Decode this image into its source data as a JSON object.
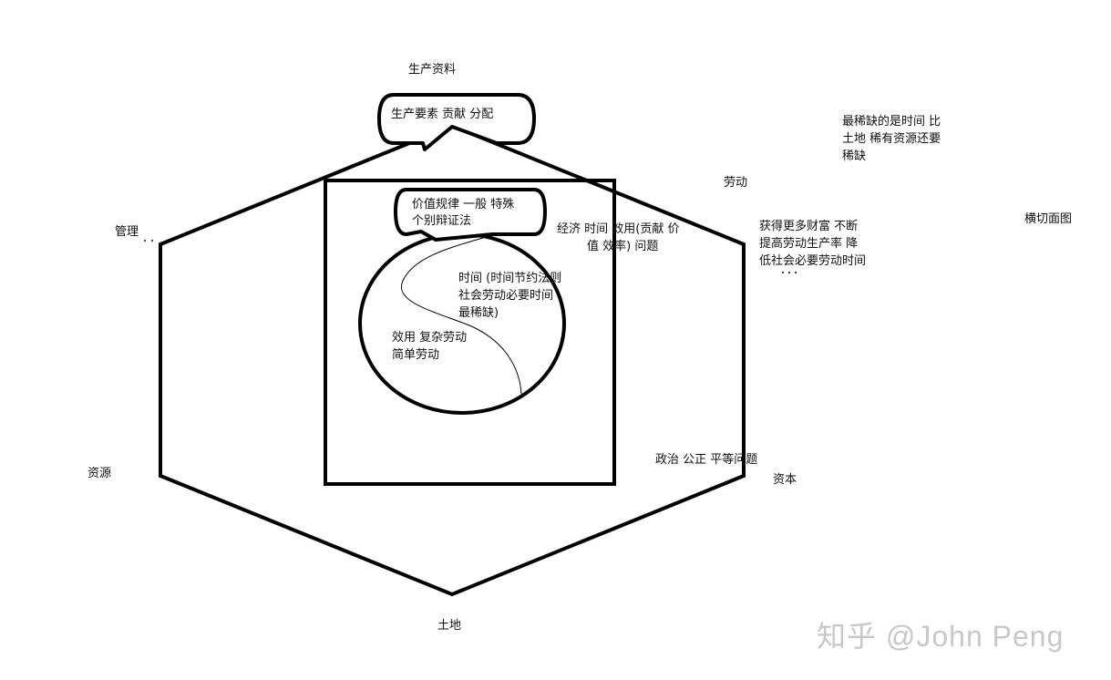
{
  "labels": {
    "means_of_production": "生产资料",
    "factors_box": "生产要素  贡献  分配",
    "management": "管理",
    "labor": "劳动",
    "resources": "资源",
    "capital": "资本",
    "land": "土地",
    "value_law_box": "价值规律  一般  特殊",
    "individual_dialectic": "个别辩证法",
    "economics_line1": "经济 时间  效用(贡献  价",
    "economics_line2": "值  效率) 问题",
    "time_line1": "时间  (时间节约法则",
    "time_line2": "社会劳动必要时间",
    "time_line3": "最稀缺)",
    "utility_line1": "效用  复杂劳动",
    "utility_line2": "简单劳动",
    "politics": "政治   公正  平等问题",
    "scarcity_line1": "最稀缺的是时间  比",
    "scarcity_line2": "土地  稀有资源还要",
    "scarcity_line3": "稀缺",
    "wealth_line1": "获得更多财富  不断",
    "wealth_line2": "提高劳动生产率  降",
    "wealth_line3": "低社会必要劳动时间",
    "cross_section": "横切面图"
  },
  "watermark": "知乎 @John Peng",
  "colors": {
    "stroke": "#000000",
    "text": "#111111",
    "watermark": "#c8c8c8"
  }
}
